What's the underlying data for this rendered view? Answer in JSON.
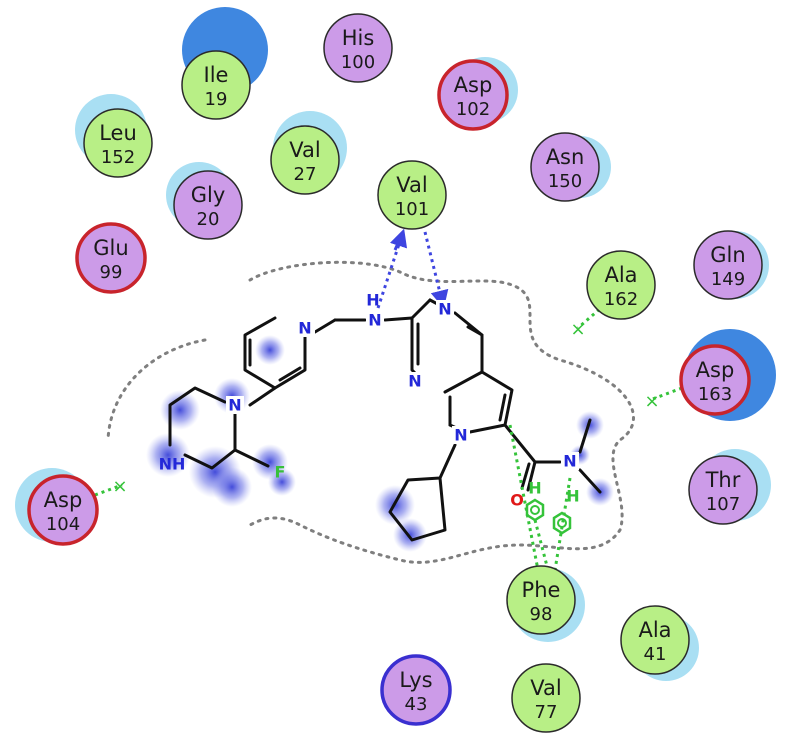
{
  "colors": {
    "hydrophobic": "#b8ef86",
    "polar": "#cc9be8",
    "negative_ring": "#c8242c",
    "positive_ring": "#3a2fd0",
    "exposure_light": "#a9dff3",
    "exposure_dark": "#3f87e0",
    "hbond": "#3e45e0",
    "pistack": "#35c33a",
    "pocket": "#7f7f7f",
    "nitrogen": "#2328d8",
    "oxygen": "#e01818",
    "fluorine": "#38c03a"
  },
  "residues": [
    {
      "id": "ile19",
      "name": "Ile",
      "num": "19",
      "type": "hydrophobic",
      "ring": "none"
    },
    {
      "id": "his100",
      "name": "His",
      "num": "100",
      "type": "polar",
      "ring": "none"
    },
    {
      "id": "asp102",
      "name": "Asp",
      "num": "102",
      "type": "polar",
      "ring": "negative"
    },
    {
      "id": "leu152",
      "name": "Leu",
      "num": "152",
      "type": "hydrophobic",
      "ring": "none"
    },
    {
      "id": "val27",
      "name": "Val",
      "num": "27",
      "type": "hydrophobic",
      "ring": "none"
    },
    {
      "id": "asn150",
      "name": "Asn",
      "num": "150",
      "type": "polar",
      "ring": "none"
    },
    {
      "id": "gly20",
      "name": "Gly",
      "num": "20",
      "type": "polar",
      "ring": "none"
    },
    {
      "id": "val101",
      "name": "Val",
      "num": "101",
      "type": "hydrophobic",
      "ring": "none"
    },
    {
      "id": "glu99",
      "name": "Glu",
      "num": "99",
      "type": "polar",
      "ring": "negative"
    },
    {
      "id": "ala162",
      "name": "Ala",
      "num": "162",
      "type": "hydrophobic",
      "ring": "none"
    },
    {
      "id": "gln149",
      "name": "Gln",
      "num": "149",
      "type": "polar",
      "ring": "none"
    },
    {
      "id": "asp163",
      "name": "Asp",
      "num": "163",
      "type": "polar",
      "ring": "negative"
    },
    {
      "id": "thr107",
      "name": "Thr",
      "num": "107",
      "type": "polar",
      "ring": "none"
    },
    {
      "id": "asp104",
      "name": "Asp",
      "num": "104",
      "type": "polar",
      "ring": "negative"
    },
    {
      "id": "phe98",
      "name": "Phe",
      "num": "98",
      "type": "hydrophobic",
      "ring": "none"
    },
    {
      "id": "ala41",
      "name": "Ala",
      "num": "41",
      "type": "hydrophobic",
      "ring": "none"
    },
    {
      "id": "lys43",
      "name": "Lys",
      "num": "43",
      "type": "polar",
      "ring": "positive"
    },
    {
      "id": "val77",
      "name": "Val",
      "num": "77",
      "type": "hydrophobic",
      "ring": "none"
    }
  ],
  "atoms": {
    "n_pyridine": "N",
    "nh_linker": "N",
    "h_linker": "H",
    "n_pyrimidine_top": "N",
    "n_pyrimidine_left": "N",
    "n_pyrrole": "N",
    "n_piperazine": "N",
    "nh_piperazine": "NH",
    "f": "F",
    "o": "O",
    "n_amide": "N",
    "h_phe_1": "H",
    "h_phe_2": "H"
  }
}
